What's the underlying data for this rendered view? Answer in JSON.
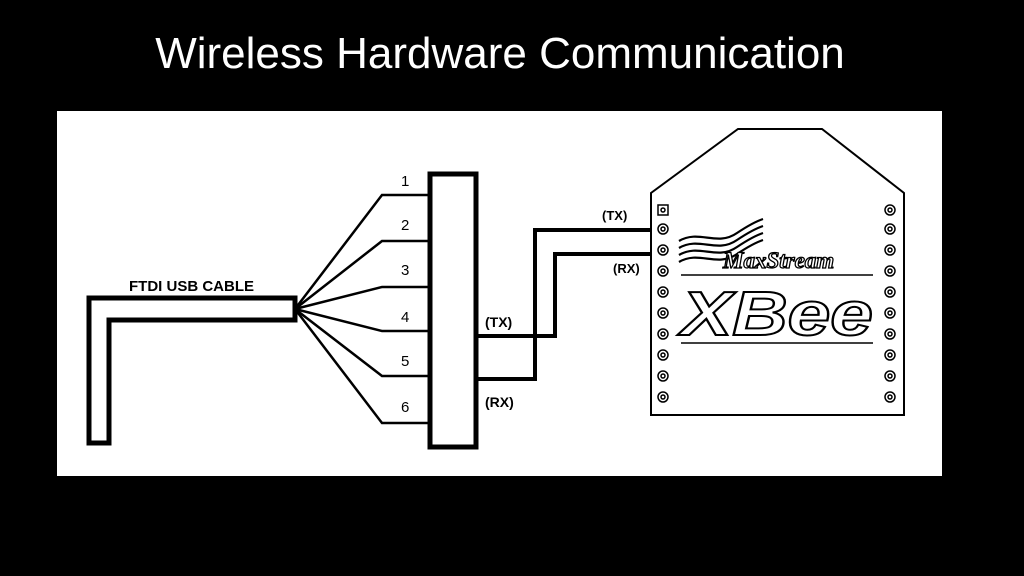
{
  "slide": {
    "title": "Wireless Hardware Communication"
  },
  "cable": {
    "label": "FTDI USB CABLE"
  },
  "connector": {
    "pins": [
      "1",
      "2",
      "3",
      "4",
      "5",
      "6"
    ],
    "tx_label": "(TX)",
    "rx_label": "(RX)"
  },
  "module": {
    "tx_label": "(TX)",
    "rx_label": "(RX)",
    "brand": "MaxStream",
    "product": "XBee"
  },
  "colors": {
    "background": "#000000",
    "panel": "#ffffff",
    "ink": "#000000"
  }
}
